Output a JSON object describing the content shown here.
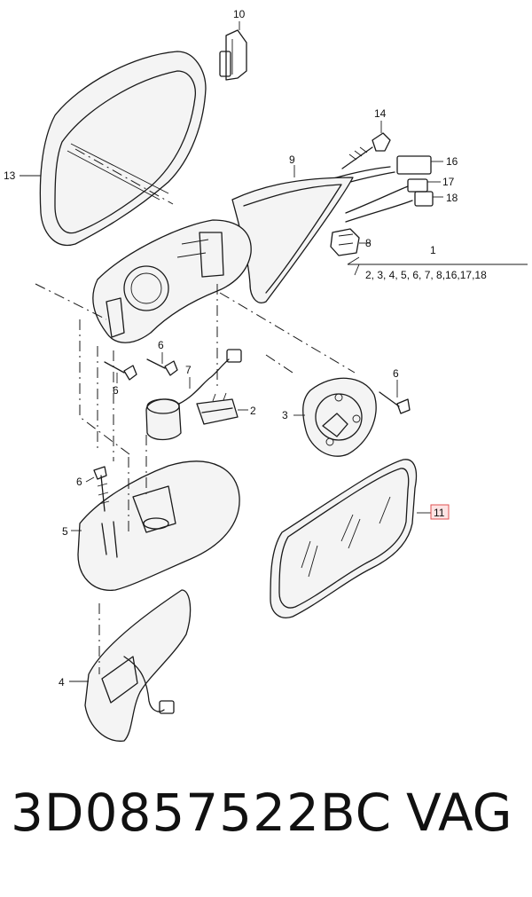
{
  "callouts": {
    "c1": "1",
    "c1_sub": "2, 3, 4, 5, 6, 7, 8,16,17,18",
    "c2": "2",
    "c3": "3",
    "c4": "4",
    "c5": "5",
    "c6a": "6",
    "c6b": "6",
    "c6c": "6",
    "c6d": "6",
    "c7": "7",
    "c8": "8",
    "c9": "9",
    "c10": "10",
    "c11": "11",
    "c13": "13",
    "c14": "14",
    "c16": "16",
    "c17": "17",
    "c18": "18"
  },
  "highlight_color": "#e05050",
  "footer": {
    "part_number": "3D0857522BC",
    "brand": "VAG"
  }
}
